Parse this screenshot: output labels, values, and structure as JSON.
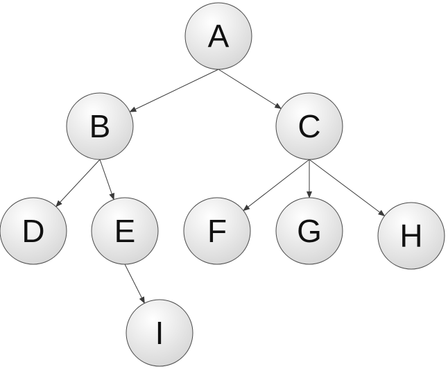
{
  "diagram": {
    "type": "tree",
    "style": {
      "node_fill_top": "#ffffff",
      "node_fill_bottom": "#d6d6d6",
      "node_stroke": "#4a4a4a",
      "edge_color": "#3a3a3a",
      "label_color": "#111111"
    },
    "nodes": [
      {
        "id": "A",
        "label": "A"
      },
      {
        "id": "B",
        "label": "B"
      },
      {
        "id": "C",
        "label": "C"
      },
      {
        "id": "D",
        "label": "D"
      },
      {
        "id": "E",
        "label": "E"
      },
      {
        "id": "F",
        "label": "F"
      },
      {
        "id": "G",
        "label": "G"
      },
      {
        "id": "H",
        "label": "H"
      },
      {
        "id": "I",
        "label": "I"
      }
    ],
    "edges": [
      {
        "from": "A",
        "to": "B"
      },
      {
        "from": "A",
        "to": "C"
      },
      {
        "from": "B",
        "to": "D"
      },
      {
        "from": "B",
        "to": "E"
      },
      {
        "from": "C",
        "to": "F"
      },
      {
        "from": "C",
        "to": "G"
      },
      {
        "from": "C",
        "to": "H"
      },
      {
        "from": "E",
        "to": "I"
      }
    ]
  }
}
